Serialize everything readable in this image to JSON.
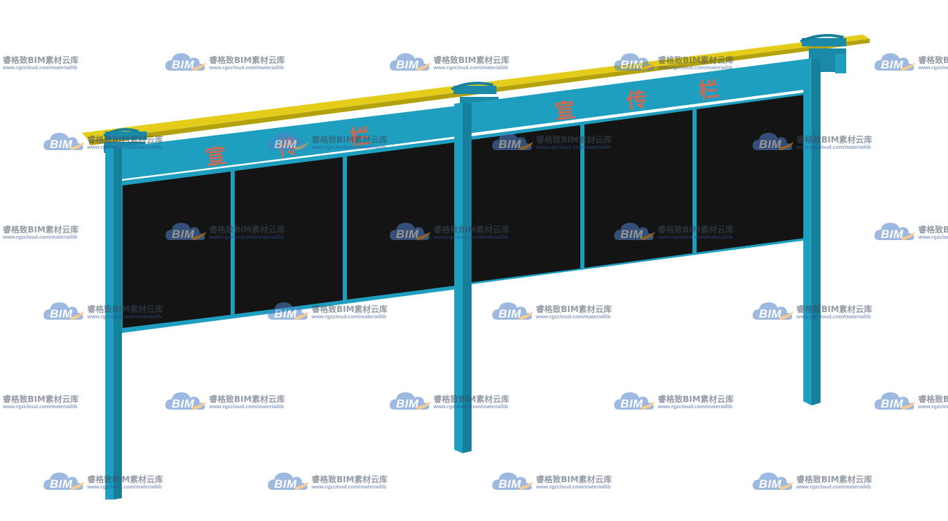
{
  "board": {
    "left_sign": [
      "宣",
      "传",
      "栏"
    ],
    "right_sign": [
      "宣",
      "传",
      "栏"
    ]
  },
  "watermark": {
    "logo_text": "BIM",
    "brand": "睿格致BIM素材云库",
    "url": "www.rgzcloud.com/materiallib",
    "logo_icon": "cloud-icon"
  },
  "colors": {
    "frame": "#1f9fc0",
    "frame_dark": "#167f9c",
    "panel": "#141414",
    "canopy": "#d9c315",
    "canopy_dark": "#a99a0e",
    "sign_text": "#c96a55",
    "cloud": "#4f80c8",
    "cloud_accent": "#f2a23a"
  }
}
